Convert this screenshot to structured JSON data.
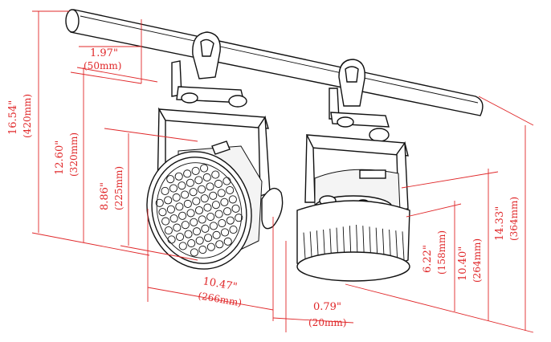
{
  "dimensions": {
    "total_height": {
      "imperial": "16.54\"",
      "metric": "(420mm)"
    },
    "clamp_offset": {
      "imperial": "1.97\"",
      "metric": "(50mm)"
    },
    "yoke_height": {
      "imperial": "12.60\"",
      "metric": "(320mm)"
    },
    "lens_diameter": {
      "imperial": "8.86\"",
      "metric": "(225mm)"
    },
    "body_width": {
      "imperial": "10.47\"",
      "metric": "(266mm)"
    },
    "knob_depth": {
      "imperial": "0.79\"",
      "metric": "(20mm)"
    },
    "base_height": {
      "imperial": "6.22\"",
      "metric": "(158mm)"
    },
    "body_height": {
      "imperial": "10.40\"",
      "metric": "(264mm)"
    },
    "side_total_height": {
      "imperial": "14.33\"",
      "metric": "(364mm)"
    }
  },
  "colors": {
    "dimension": "#e0282a",
    "outline": "#111111"
  },
  "icons": [
    "front-fixture-icon",
    "side-fixture-icon",
    "mounting-pipe-icon"
  ]
}
